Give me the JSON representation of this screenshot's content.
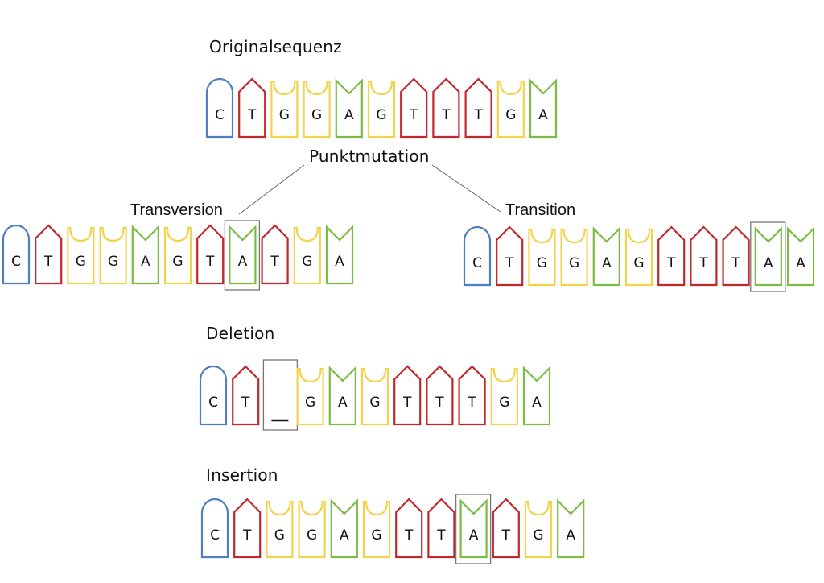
{
  "colors": {
    "C": "#4f7fbf",
    "T": "#c0282e",
    "G": "#f2d34e",
    "A": "#7cbb45",
    "highlight_box": "#777777",
    "connector": "#666666",
    "letter": "#111111"
  },
  "titles": {
    "original": "Originalsequenz",
    "point_mutation": "Punktmutation",
    "transversion": "Transversion",
    "transition": "Transition",
    "deletion": "Deletion",
    "insertion": "Insertion"
  },
  "sequences": {
    "original": {
      "bases": [
        "C",
        "T",
        "G",
        "G",
        "A",
        "G",
        "T",
        "T",
        "T",
        "G",
        "A"
      ],
      "highlight_index": null
    },
    "transversion": {
      "bases": [
        "C",
        "T",
        "G",
        "G",
        "A",
        "G",
        "T",
        "A",
        "T",
        "G",
        "A"
      ],
      "highlight_index": 7
    },
    "transition": {
      "bases": [
        "C",
        "T",
        "G",
        "G",
        "A",
        "G",
        "T",
        "T",
        "T",
        "A",
        "A"
      ],
      "highlight_index": 9
    },
    "deletion": {
      "bases": [
        "C",
        "T",
        "_",
        "G",
        "A",
        "G",
        "T",
        "T",
        "T",
        "G",
        "A"
      ],
      "highlight_index": 2,
      "gap_symbol": "_"
    },
    "insertion": {
      "bases": [
        "C",
        "T",
        "G",
        "G",
        "A",
        "G",
        "T",
        "T",
        "A",
        "T",
        "G",
        "A"
      ],
      "highlight_index": 8
    }
  }
}
